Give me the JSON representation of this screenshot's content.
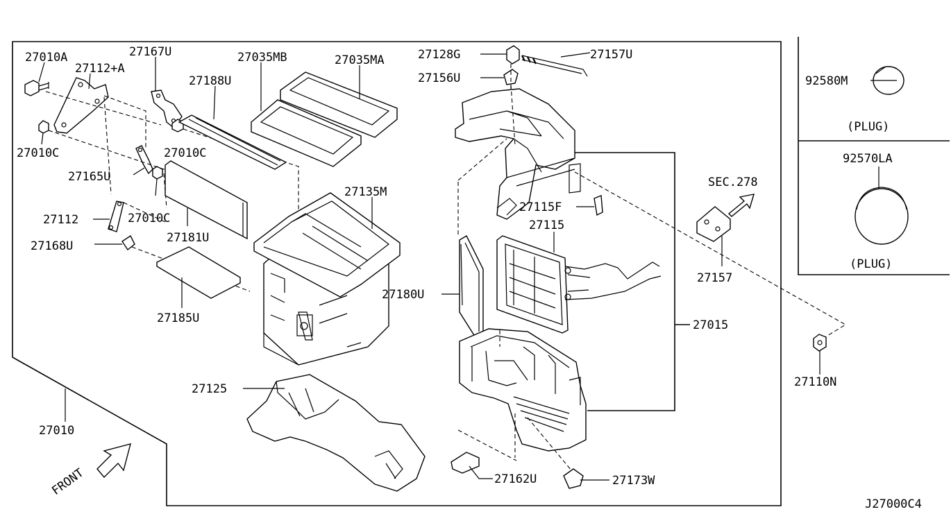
{
  "diagram_code": "J27000C4",
  "front_label": "FRONT",
  "section_ref": "SEC.278",
  "callouts": {
    "c27010A": "27010A",
    "c27112A": "27112+A",
    "c27167U": "27167U",
    "c27035MB": "27035MB",
    "c27035MA": "27035MA",
    "c27188U": "27188U",
    "c27010C_1": "27010C",
    "c27010C_2": "27010C",
    "c27010C_3": "27010C",
    "c27165U": "27165U",
    "c27135M": "27135M",
    "c27112": "27112",
    "c27181U": "27181U",
    "c27168U": "27168U",
    "c27185U": "27185U",
    "c27125": "27125",
    "c27010": "27010",
    "c27128G": "27128G",
    "c27157U": "27157U",
    "c27156U": "27156U",
    "c27115F": "27115F",
    "c27115": "27115",
    "c27180U": "27180U",
    "c27015": "27015",
    "c27157": "27157",
    "c27110N": "27110N",
    "c27162U": "27162U",
    "c27173W": "27173W"
  },
  "plugs": [
    {
      "part": "92580M",
      "label": "(PLUG)"
    },
    {
      "part": "92570LA",
      "label": "(PLUG)"
    }
  ]
}
